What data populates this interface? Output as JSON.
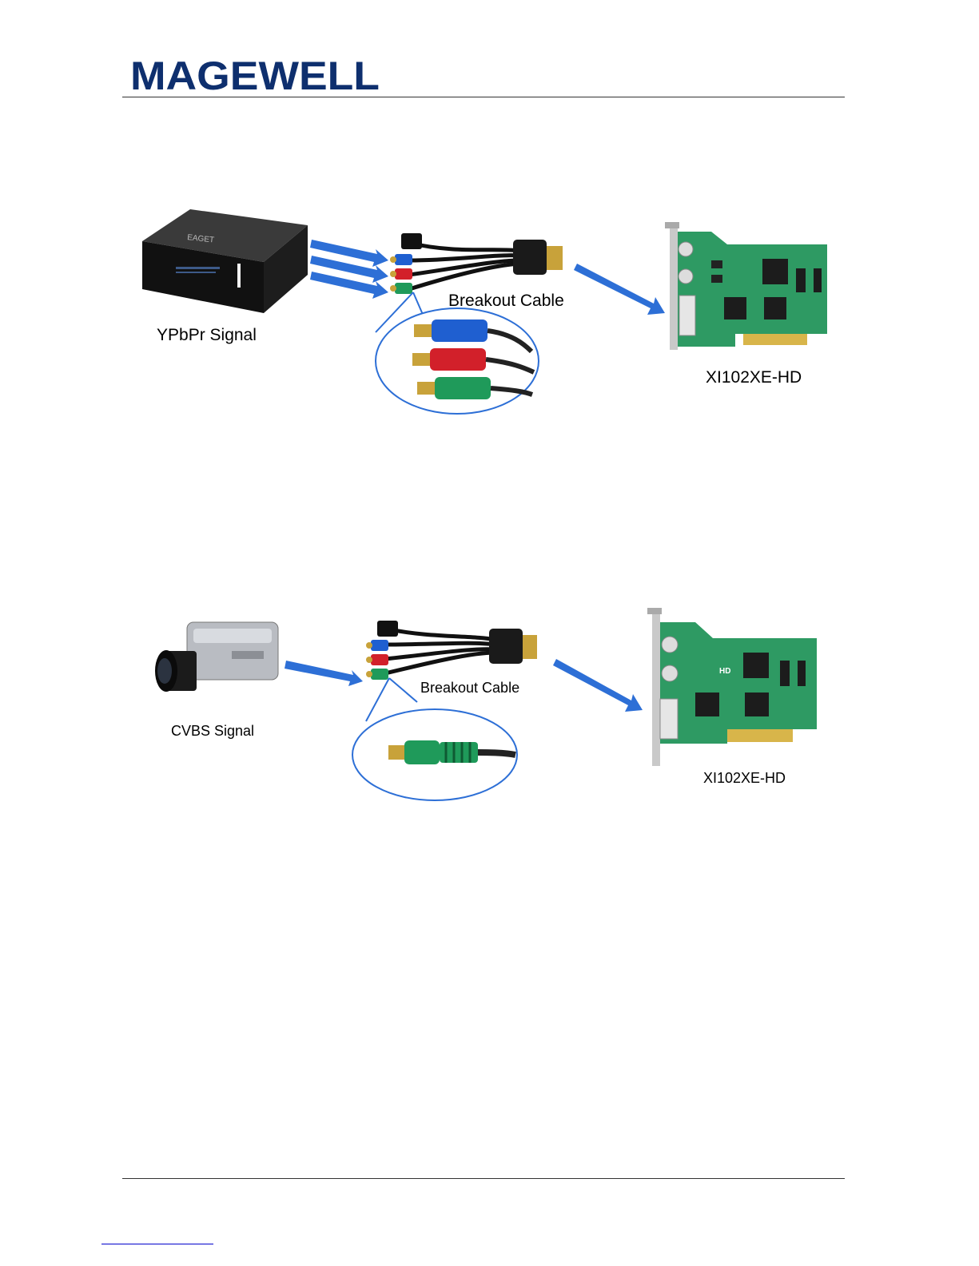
{
  "brand": {
    "name": "MAGEWELL",
    "color": "#0e2f6e"
  },
  "diagram1": {
    "source_label": "YPbPr Signal",
    "cable_label": "Breakout Cable",
    "card_label": "XI102XE-HD",
    "source_brand": "EAGET"
  },
  "diagram2": {
    "source_label": "CVBS Signal",
    "cable_label": "Breakout Cable",
    "card_label": "XI102XE-HD"
  },
  "colors": {
    "arrow": "#2d6fd6",
    "pcb": "#2e9a63",
    "connector_blue": "#1f5fd0",
    "connector_red": "#d2202a",
    "connector_green": "#1f9a5a"
  }
}
